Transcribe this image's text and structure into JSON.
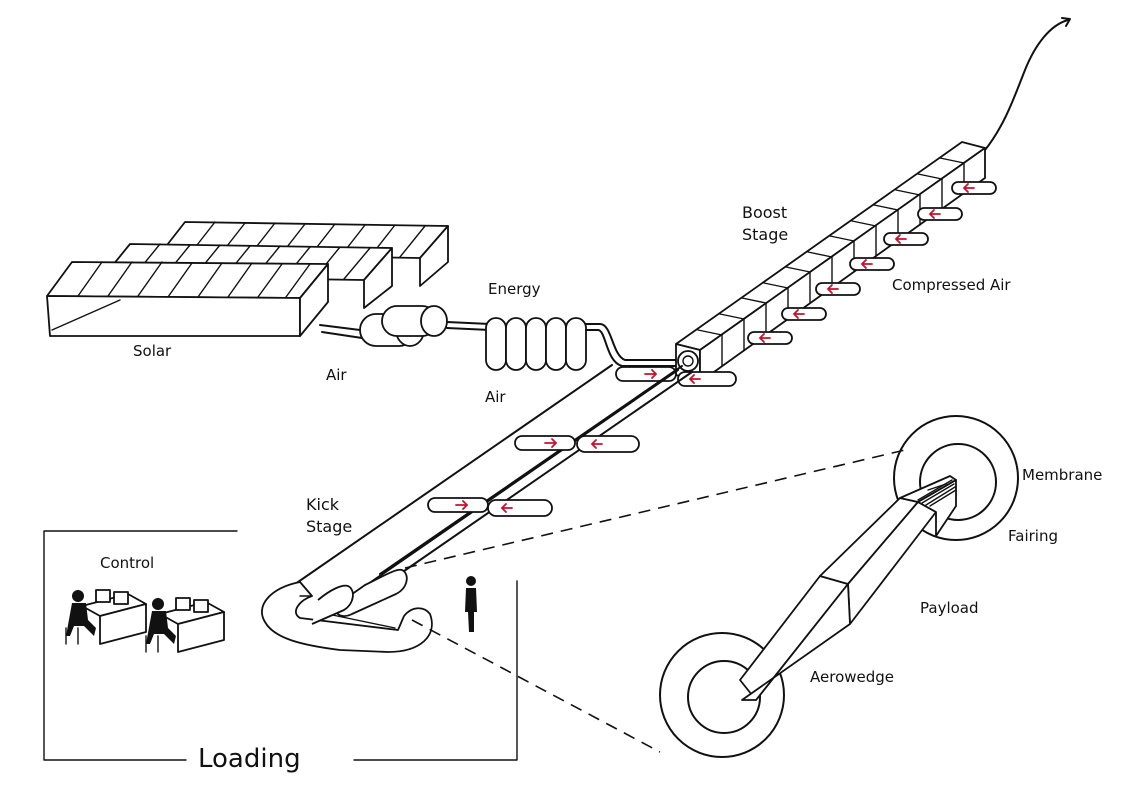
{
  "labels": {
    "solar": "Solar",
    "air_left": "Air",
    "energy": "Energy",
    "air_mid": "Air",
    "boost_line1": "Boost",
    "boost_line2": "Stage",
    "compressed_air": "Compressed Air",
    "kick_line1": "Kick",
    "kick_line2": "Stage",
    "control": "Control",
    "loading": "Loading",
    "membrane": "Membrane",
    "fairing": "Fairing",
    "payload": "Payload",
    "aerowedge": "Aerowedge"
  },
  "colors": {
    "line": "#111111",
    "arrow": "#c8102e",
    "background": "#ffffff"
  }
}
